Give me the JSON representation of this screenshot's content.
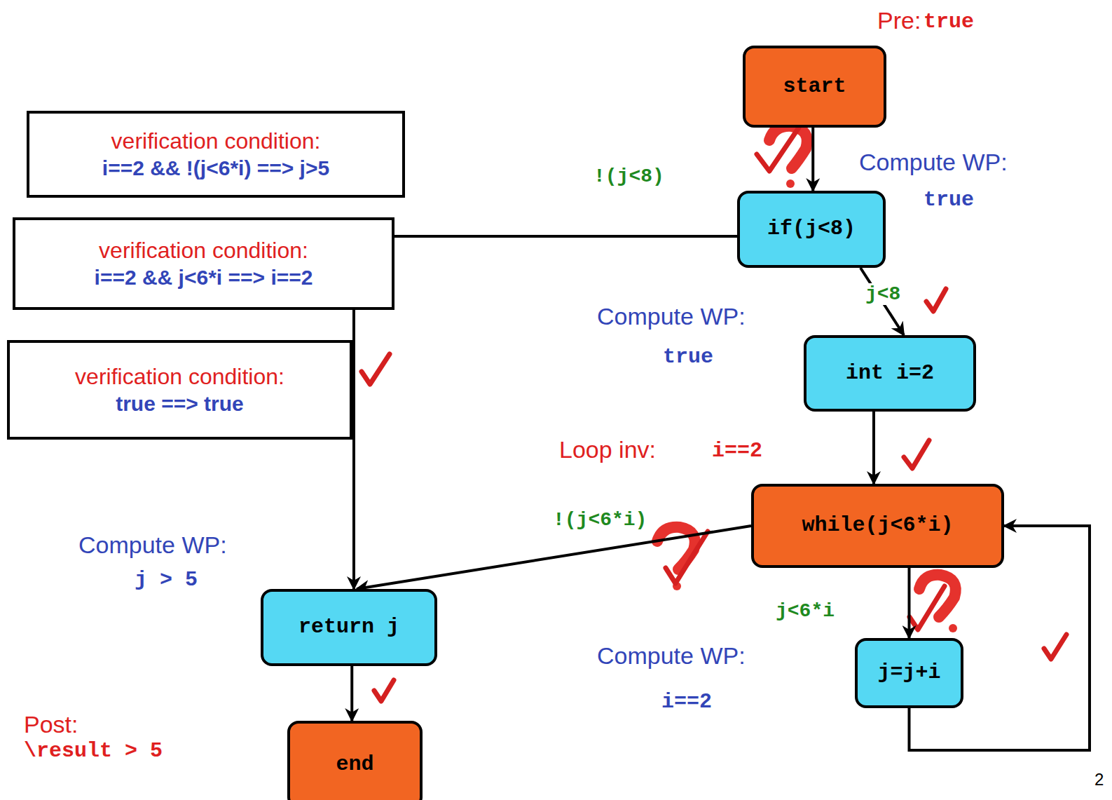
{
  "diagram": {
    "nodes": [
      {
        "text": [
          "verification condition:",
          "i==2 && !(j<6*i) ==> j>5"
        ]
      },
      {
        "text": [
          "start"
        ]
      },
      {
        "text": [
          "if(j<8)"
        ]
      },
      {
        "text": [
          "verification condition:",
          "i==2 && j<6*i ==> i==2"
        ]
      },
      {
        "text": [
          "verification condition:",
          "true ==> true"
        ]
      },
      {
        "text": [
          "int i=2"
        ]
      },
      {
        "text": [
          "while(j<6*i)"
        ]
      },
      {
        "text": [
          "return j"
        ]
      },
      {
        "text": [
          "j=j+i"
        ]
      },
      {
        "text": [
          "end"
        ]
      }
    ],
    "edges": [
      {
        "from": 1,
        "to": 2,
        "arrow": "to"
      },
      {
        "from": 2,
        "to": 5,
        "label": "j<8",
        "arrow": "to"
      },
      {
        "from": 2,
        "to": 7,
        "label": "!(j<8)",
        "arrow": "to"
      },
      {
        "from": 5,
        "to": 6,
        "arrow": "to"
      },
      {
        "from": 6,
        "to": 8,
        "label": "j<6*i",
        "arrow": "to"
      },
      {
        "from": 8,
        "to": 6,
        "arrow": "to"
      },
      {
        "from": 6,
        "to": 7,
        "label": "!(j<6*i)",
        "arrow": "to"
      },
      {
        "from": 7,
        "to": 9,
        "arrow": "to"
      }
    ],
    "labels": [
      "Pre:",
      "true",
      "Compute WP:",
      "true",
      "Compute WP:",
      "true",
      "Loop inv:",
      "i==2",
      "Compute WP:",
      "j > 5",
      "Compute WP:",
      "i==2",
      "Post:",
      "\\result > 5",
      "2"
    ]
  }
}
